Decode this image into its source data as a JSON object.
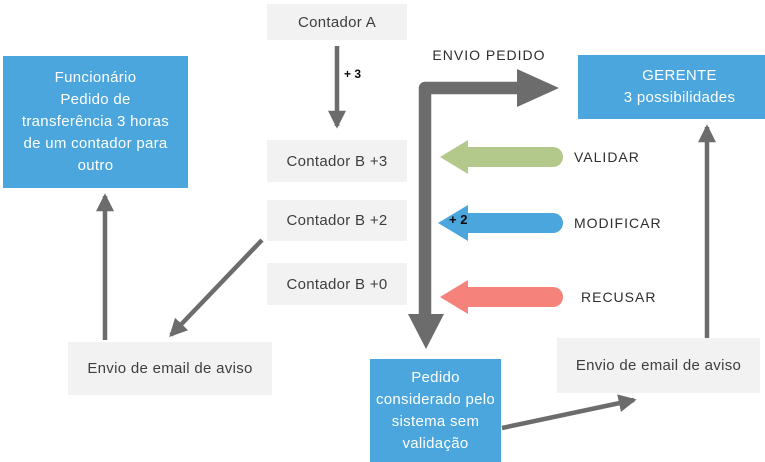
{
  "colors": {
    "blue": "#4AA6DC",
    "green": "#B3C98C",
    "red": "#F5827B",
    "arrow_gray": "#6C6C6C",
    "box_gray": "#F2F2F2"
  },
  "nodes": {
    "contador_a": {
      "label": "Contador A"
    },
    "funcionario": {
      "label": "Funcionário\nPedido de\ntransferência 3 horas\nde um contador para\noutro"
    },
    "contador_b3": {
      "label": "Contador B +3"
    },
    "contador_b2": {
      "label": "Contador B +2"
    },
    "contador_b0": {
      "label": "Contador B +0"
    },
    "gerente": {
      "label": "GERENTE\n3 possibilidades"
    },
    "email_aviso_left": {
      "label": "Envio de email de aviso"
    },
    "email_aviso_right": {
      "label": "Envio de email de aviso"
    },
    "pedido_sem_validacao": {
      "label": "Pedido\nconsiderado pelo\nsistema sem\nvalidação"
    }
  },
  "edges": {
    "envio_pedido": {
      "label": "ENVIO PEDIDO"
    },
    "plus3": {
      "label": "+ 3"
    },
    "plus2": {
      "label": "+ 2"
    },
    "validar": {
      "label": "VALIDAR"
    },
    "modificar": {
      "label": "MODIFICAR"
    },
    "recusar": {
      "label": "RECUSAR"
    }
  }
}
